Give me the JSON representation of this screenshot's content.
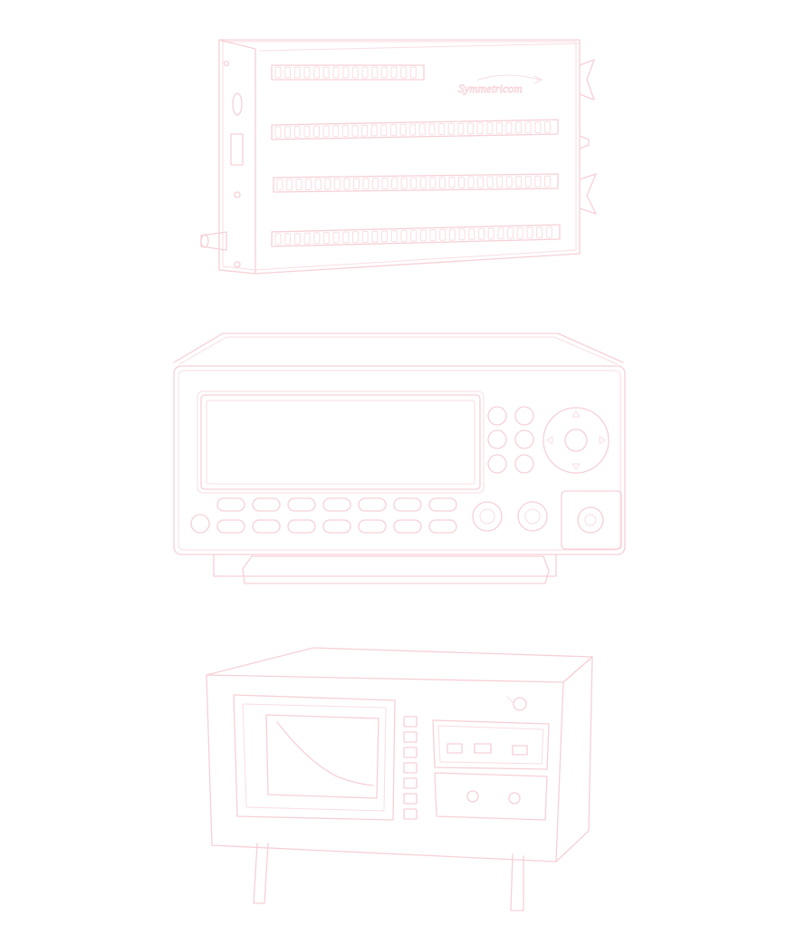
{
  "illustrations": [
    {
      "id": "rack-module",
      "brand_text": "Symmetricom"
    },
    {
      "id": "bench-counter"
    },
    {
      "id": "scope-instrument"
    }
  ],
  "colors": {
    "line": "#f6d0d6",
    "background": "#ffffff"
  }
}
